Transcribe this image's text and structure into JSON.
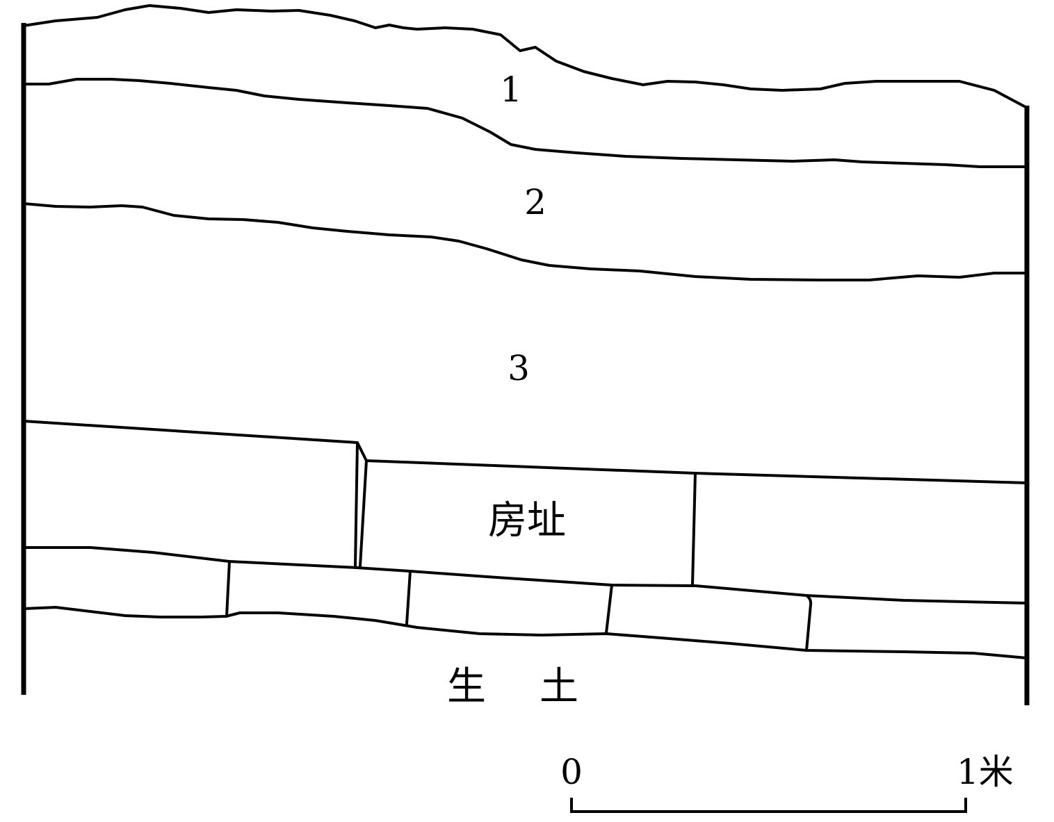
{
  "diagram": {
    "layers": [
      {
        "id": "layer-1",
        "label": "1"
      },
      {
        "id": "layer-2",
        "label": "2"
      },
      {
        "id": "layer-3",
        "label": "3"
      }
    ],
    "feature": {
      "label": "房址"
    },
    "natural_soil": {
      "label_part1": "生",
      "label_part2": "土"
    },
    "scale_bar": {
      "start_label": "0",
      "end_label": "1米"
    }
  }
}
